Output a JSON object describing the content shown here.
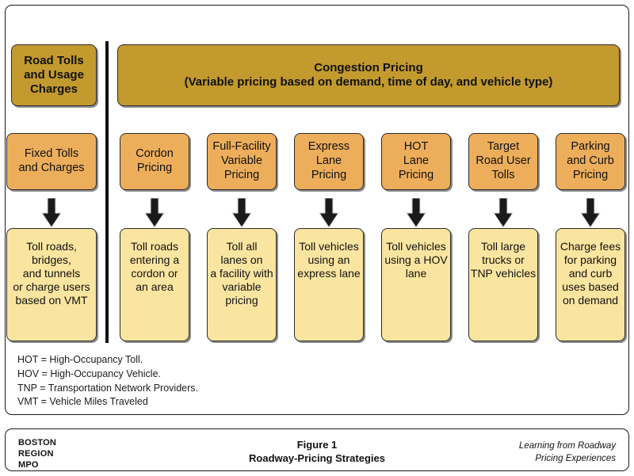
{
  "figure": {
    "divider_label": "column-divider",
    "colors": {
      "header_fill": "#C39A2E",
      "category_fill": "#EDAE5C",
      "description_fill": "#FAE5A0",
      "border": "#2B2B2B",
      "arrow": "#1A1A1A",
      "background": "#FFFFFF"
    },
    "columns": [
      {
        "id": "road-tolls-and-usage-charges",
        "header": "Road Tolls\nand Usage\nCharges",
        "items": [
          {
            "category": "Fixed Tolls\nand Charges",
            "description": "Toll roads,\nbridges,\nand tunnels\nor charge users\nbased on VMT"
          }
        ]
      },
      {
        "id": "congestion-pricing",
        "header": "Congestion Pricing\n(Variable pricing based on demand, time of day, and vehicle type)",
        "header_line1": "Congestion Pricing",
        "header_line2": "(Variable pricing based on demand, time of day, and vehicle type)",
        "items": [
          {
            "category": "Cordon\nPricing",
            "description": "Toll roads\nentering a\ncordon or\nan area"
          },
          {
            "category": "Full-Facility\nVariable\nPricing",
            "description": "Toll all\nlanes on\na facility with\nvariable\npricing"
          },
          {
            "category": "Express\nLane\nPricing",
            "description": "Toll vehicles\nusing an\nexpress lane"
          },
          {
            "category": "HOT\nLane\nPricing",
            "description": "Toll vehicles\nusing a HOV\nlane"
          },
          {
            "category": "Target\nRoad User\nTolls",
            "description": "Toll large\ntrucks or\nTNP vehicles"
          },
          {
            "category": "Parking\nand Curb\nPricing",
            "description": "Charge fees\nfor parking\nand curb\nuses based\non demand"
          }
        ]
      }
    ],
    "footnotes": [
      "HOT = High-Occupancy Toll.",
      "HOV = High-Occupancy Vehicle.",
      "TNP = Transportation Network Providers.",
      "VMT = Vehicle Miles Traveled"
    ]
  },
  "footer": {
    "logo_lines": [
      "BOSTON",
      "REGION",
      "MPO"
    ],
    "title_line1": "Figure 1",
    "title_line2": "Roadway-Pricing Strategies",
    "source_line1": "Learning from Roadway",
    "source_line2": "Pricing Experiences"
  }
}
